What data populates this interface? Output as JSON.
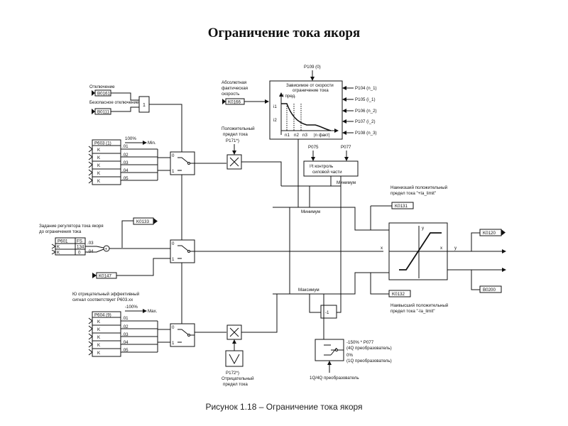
{
  "title": "Ограничение тока якоря",
  "caption": "Рисунок 1.18 – Ограничение тока якоря",
  "diagram": {
    "disconnect_label": "Отключение",
    "disconnect_connector": "B0161",
    "safe_disconnect_label": "Безопасное отключение",
    "safe_disconnect_connector": "B0111",
    "or_gate_label": "1",
    "abs_speed_label_1": "Абсолютная",
    "abs_speed_label_2": "фактическая",
    "abs_speed_label_3": "скорость",
    "abs_speed_connector": "K0166",
    "p109": "P109 (0)",
    "speed_dep_1": "Зависимое от скорости",
    "speed_dep_2": "ограничение тока",
    "i_pred": "I пред.",
    "i1": "i1",
    "i2": "i2",
    "n1": "n1",
    "n2": "n2",
    "n3": "n3",
    "n_fact": "|n факт|",
    "p104": "P104 (n_1)",
    "p105": "P105 (i_1)",
    "p106": "P106 (n_2)",
    "p107": "P107 (i_2)",
    "p108": "P108 (n_3)",
    "p075": "P075",
    "p077": "P077",
    "i2t_1": "I²t контроль",
    "i2t_2": "силовой части",
    "minimum_1": "Минимум",
    "minimum_2": "Минимум",
    "maximum": "Максимум",
    "pos_limit_1": "Положительный",
    "pos_limit_2": "предел тока",
    "p171": "P171*)",
    "p603": "P603 (1)",
    "pct_100": "100%",
    "min_label": "Min.",
    "k_label": "K",
    "idx01": ".01",
    "idx02": ".02",
    "idx03": ".03",
    "idx04": ".04",
    "idx05": ".05",
    "sel0": "0",
    "sel1": "1",
    "setpoint_1": "Задание регулятора тока якоря",
    "setpoint_2": "до ограничения тока",
    "k0133": "K0133",
    "p601": "P601",
    "fs": "FS",
    "p601_v03": "134",
    "p601_v04": "0",
    "k0147": "K0147",
    "neg_eff_1": "Ю отрицательный эффективный",
    "neg_eff_2": "сигнал соответствует P603.xx",
    "minus100": "-100%",
    "p604": "P604 (9)",
    "max_label": "Max.",
    "p172": "P172*)",
    "neg_limit_1": "Отрицательный",
    "neg_limit_2": "предел тока",
    "minus1": "-1",
    "q150": "-150% * P077",
    "q4q": "(4Q преобразователь)",
    "q0": "0%",
    "q1q": "(1Q преобразователь)",
    "q1q4q": "1Q/4Q преобразователь",
    "highest_pos_1": "Наинизший положительный",
    "highest_pos_2": "предел тока \"+Ia_limit\"",
    "k0131": "K0131",
    "lowest_neg_1": "Наивысший положительный",
    "lowest_neg_2": "предел тока \"-Ia_limit\"",
    "k0132": "K0132",
    "x_in": "x",
    "x_axis": "x",
    "y_axis": "y",
    "y_out": "y",
    "k0120": "K0120",
    "b0200": "B0200"
  }
}
